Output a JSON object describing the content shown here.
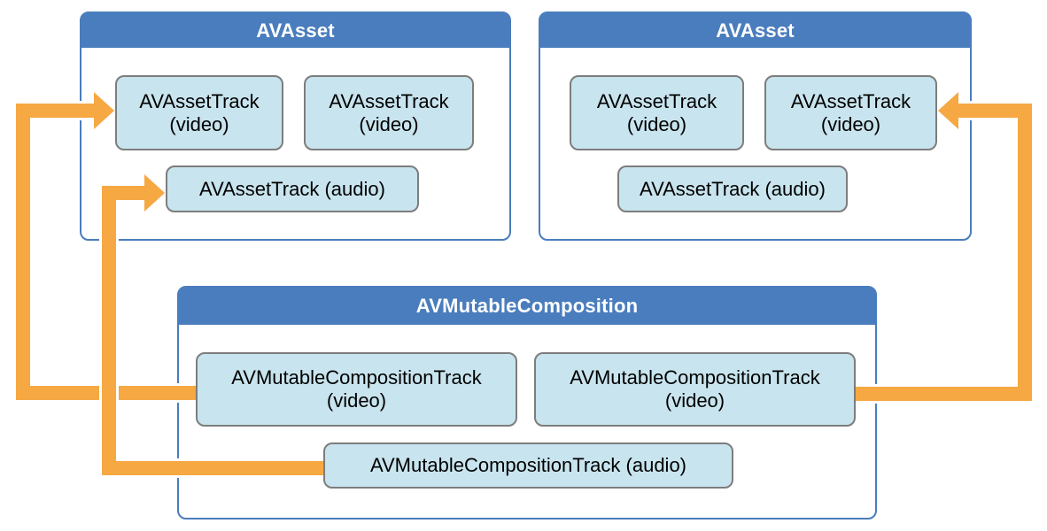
{
  "asset_left": {
    "title": "AVAsset",
    "tracks": {
      "video1": {
        "line1": "AVAssetTrack",
        "line2": "(video)"
      },
      "video2": {
        "line1": "AVAssetTrack",
        "line2": "(video)"
      },
      "audio": {
        "line1": "AVAssetTrack (audio)"
      }
    }
  },
  "asset_right": {
    "title": "AVAsset",
    "tracks": {
      "video1": {
        "line1": "AVAssetTrack",
        "line2": "(video)"
      },
      "video2": {
        "line1": "AVAssetTrack",
        "line2": "(video)"
      },
      "audio": {
        "line1": "AVAssetTrack (audio)"
      }
    }
  },
  "composition": {
    "title": "AVMutableComposition",
    "tracks": {
      "video1": {
        "line1": "AVMutableCompositionTrack",
        "line2": "(video)"
      },
      "video2": {
        "line1": "AVMutableCompositionTrack",
        "line2": "(video)"
      },
      "audio": {
        "line1": "AVMutableCompositionTrack (audio)"
      }
    }
  },
  "colors": {
    "header_blue": "#4A7DBD",
    "outer_border_blue": "#4A7DBD",
    "track_fill": "#C8E4EE",
    "track_border": "#7D7D7D",
    "arrow_orange": "#F6A843",
    "header_text": "#FFFFFF",
    "track_text": "#000000",
    "background": "#FFFFFF"
  },
  "connectors": [
    {
      "name": "video-connector-left",
      "color": "#F6A843",
      "arrow_points_to": "left AVAsset video track"
    },
    {
      "name": "audio-connector",
      "color": "#F6A843",
      "arrow_points_to": "left AVAsset audio track"
    },
    {
      "name": "video-connector-right",
      "color": "#F6A843",
      "arrow_points_to": "right AVAsset video track"
    }
  ]
}
